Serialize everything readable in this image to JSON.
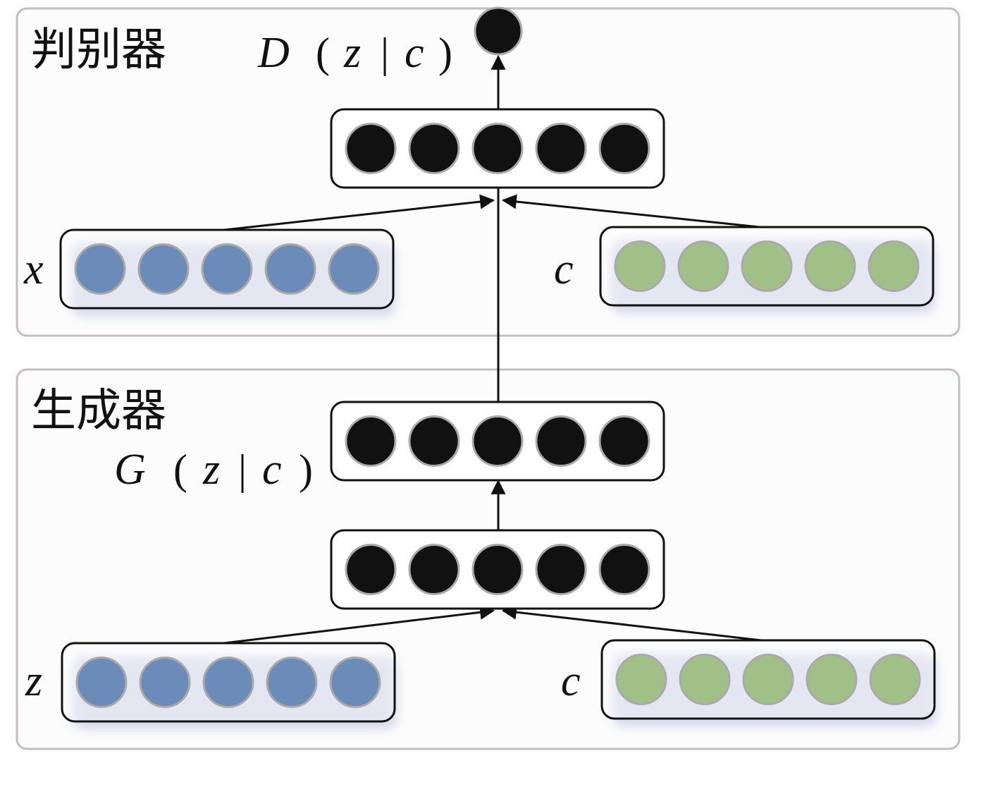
{
  "discriminator": {
    "title": "判别器",
    "output_label": {
      "letter": "D",
      "open": "(",
      "z": "z",
      "bar": "|",
      "c": "c",
      "close": ")"
    },
    "input_x_label": "x",
    "input_c_label": "c"
  },
  "generator": {
    "title": "生成器",
    "output_label": {
      "letter": "G",
      "open": "(",
      "z": "z",
      "bar": "|",
      "c": "c",
      "close": ")"
    },
    "input_z_label": "z",
    "input_c_label": "c"
  },
  "colors": {
    "hidden_node": "#111111",
    "x_z_node": "#6b8cb8",
    "c_node": "#a0c088",
    "node_stroke": "#aaaaaa",
    "panel_border": "#c8bcbc",
    "layer_border": "#111111",
    "shadow": "#b8c0e0"
  }
}
